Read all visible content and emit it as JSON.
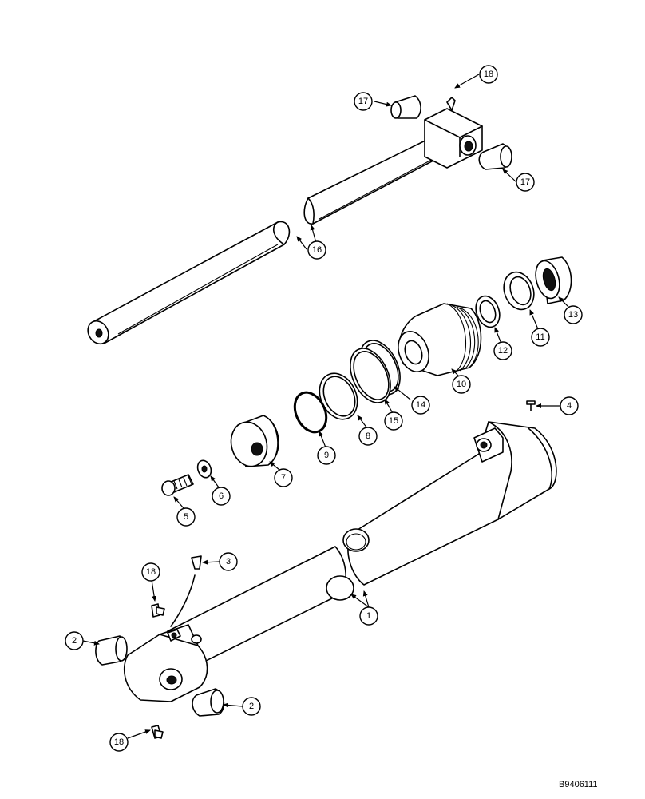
{
  "figure": {
    "code": "B9406111",
    "callouts": [
      "1",
      "2",
      "3",
      "4",
      "5",
      "6",
      "7",
      "8",
      "9",
      "10",
      "11",
      "12",
      "13",
      "14",
      "15",
      "16",
      "17",
      "18"
    ]
  }
}
